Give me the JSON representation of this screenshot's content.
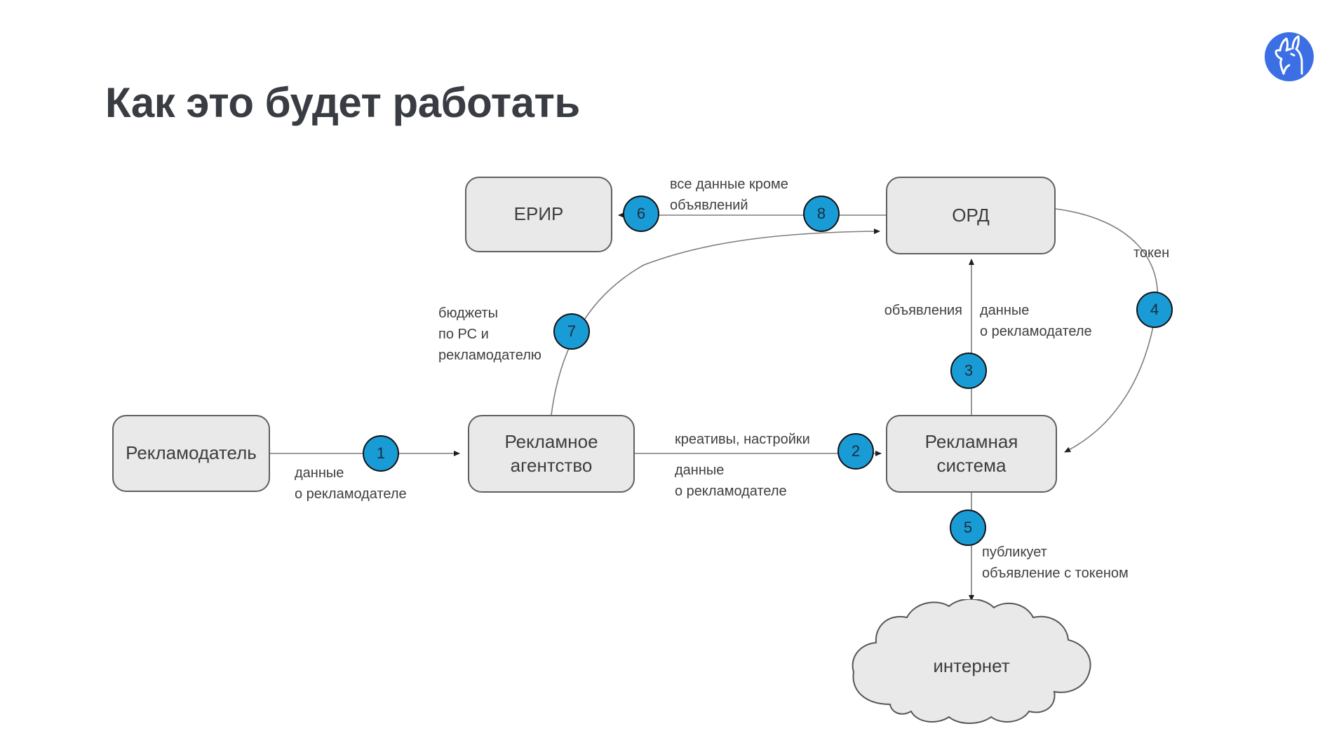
{
  "title": "Как это будет работать",
  "logo": {
    "icon": "llama-logo-icon",
    "background": "#3b6fe3"
  },
  "colors": {
    "accent_circle_fill": "#199bd6",
    "circle_border": "#131313",
    "node_fill": "#e9e9e9",
    "node_border": "#5f5f5f",
    "wire": "#7d7d7d",
    "arrowhead": "#1f1f1f",
    "title_text": "#393c42",
    "label_text": "#404040"
  },
  "nodes": {
    "erir": {
      "label": "ЕРИР"
    },
    "ord": {
      "label": "ОРД"
    },
    "advertiser": {
      "label": "Рекламодатель"
    },
    "agency": {
      "label": "Рекламное\nагентство"
    },
    "adsystem": {
      "label": "Рекламная\nсистема"
    },
    "internet": {
      "label": "интернет"
    }
  },
  "steps": {
    "s1": "1",
    "s2": "2",
    "s3": "3",
    "s4": "4",
    "s5": "5",
    "s6": "6",
    "s7": "7",
    "s8": "8"
  },
  "edge_labels": {
    "e1": "данные\nо рекламодателе",
    "e2_top": "креативы, настройки",
    "e2_bottom": "данные\nо рекламодателе",
    "e3_left": "объявления",
    "e3_right": "данные\nо рекламодателе",
    "e4": "токен",
    "e5": "публикует\nобъявление с токеном",
    "e6": "все данные кроме\nобъявлений",
    "e7": "бюджеты\nпо РС и\nрекламодателю"
  }
}
